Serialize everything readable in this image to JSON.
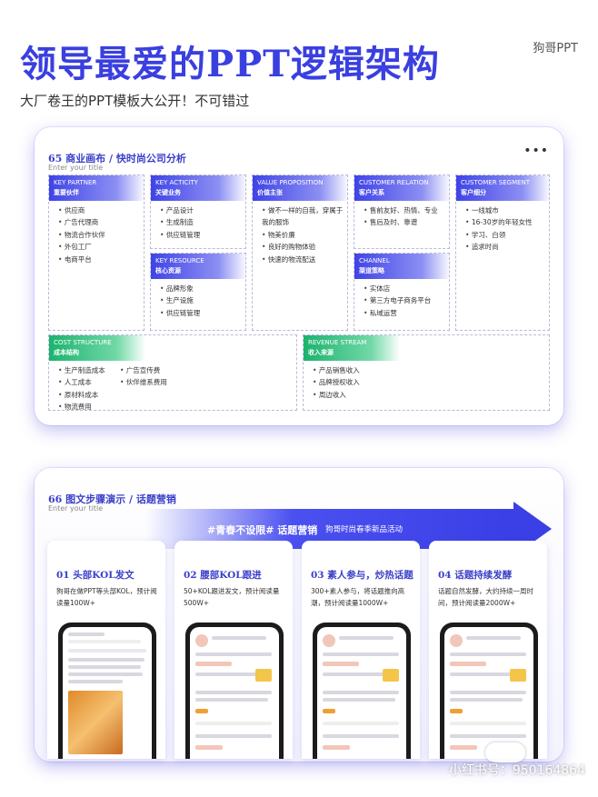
{
  "header": {
    "title": "领导最爱的PPT逻辑架构",
    "brand": "狗哥PPT",
    "subtitle": "大厂卷王的PPT模板大公开！不可错过"
  },
  "card1": {
    "title": "65 商业画布 / 快时尚公司分析",
    "subtitle": "Enter your title",
    "menu": "•••",
    "partner": {
      "en": "KEY PARTNER",
      "cn": "重要伙伴",
      "items": [
        "供应商",
        "广告代理商",
        "物流合作伙伴",
        "外包工厂",
        "电商平台"
      ]
    },
    "activity": {
      "en": "KEY ACTICITY",
      "cn": "关键业务",
      "items": [
        "产品设计",
        "生成制造",
        "供应链管理"
      ]
    },
    "resource": {
      "en": "KEY RESOURCE",
      "cn": "核心资源",
      "items": [
        "品牌形象",
        "生产设施",
        "供应链管理"
      ]
    },
    "value": {
      "en": "VALUE PROPOSITION",
      "cn": "价值主张",
      "items": [
        "做不一样的自我，穿属于我的服饰",
        "物美价廉",
        "良好的购物体验",
        "快速的物流配送"
      ]
    },
    "relation": {
      "en": "CUSTOMER RELATION",
      "cn": "客户关系",
      "items": [
        "售前友好、热情、专业",
        "售后及时、靠谱"
      ]
    },
    "channel": {
      "en": "CHANNEL",
      "cn": "渠道策略",
      "items": [
        "实体店",
        "第三方电子商务平台",
        "私域运营"
      ]
    },
    "segment": {
      "en": "CUSTOMER SEGMENT",
      "cn": "客户细分",
      "items": [
        "一线城市",
        "16-30岁的年轻女性",
        "学习、白领",
        "追求时尚"
      ]
    },
    "cost": {
      "en": "COST STRUCTURE",
      "cn": "成本结构",
      "items_a": [
        "生产制造成本",
        "人工成本",
        "原材料成本",
        "物流费用"
      ],
      "items_b": [
        "广告宣传费",
        "伙伴维系费用"
      ]
    },
    "revenue": {
      "en": "REVENUE STREAM",
      "cn": "收入来源",
      "items": [
        "产品销售收入",
        "品牌授权收入",
        "周边收入"
      ]
    }
  },
  "card2": {
    "title": "66 图文步骤演示 / 话题营销",
    "subtitle": "Enter your title",
    "arrow_main": "#青春不设限# 话题营销",
    "arrow_sub": "狗哥时尚春季新品活动",
    "steps": [
      {
        "title": "01 头部KOL发文",
        "desc": "狗哥在做PPT等头部KOL，预计阅读量100W+"
      },
      {
        "title": "02 腰部KOL跟进",
        "desc": "50+KOL跟进发文，预计阅读量500W+"
      },
      {
        "title": "03 素人参与，炒热话题",
        "desc": "300+素人参与，将话题推向高潮，预计阅读量1000W+"
      },
      {
        "title": "04 话题持续发酵",
        "desc": "话题自然发酵，大约持续一周时间，预计阅读量2000W+"
      }
    ]
  },
  "watermark": "小红书号：950164864",
  "colors": {
    "accent": "#3a3fe0",
    "green": "#1bb36e",
    "arrow": "#3a3fe6"
  }
}
